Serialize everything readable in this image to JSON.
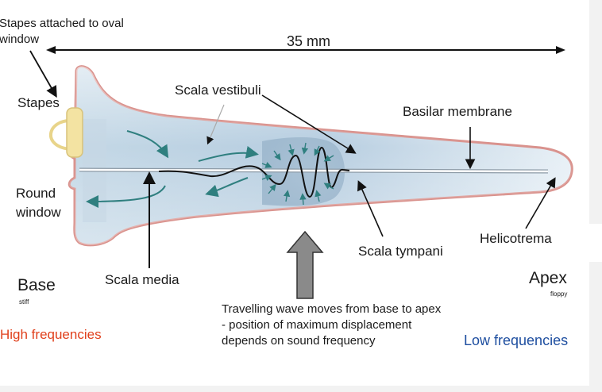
{
  "labels": {
    "stapes_attached": "Stapes attached to oval window",
    "length": "35 mm",
    "stapes": "Stapes",
    "scala_vestibuli": "Scala vestibuli",
    "basilar_membrane": "Basilar membrane",
    "round_window": "Round window",
    "helicotrema": "Helicotrema",
    "scala_tympani": "Scala tympani",
    "scala_media": "Scala media",
    "base": "Base",
    "base_sub": "stiff",
    "apex": "Apex",
    "apex_sub": "floppy",
    "high_freq": "High frequencies",
    "low_freq": "Low frequencies",
    "wave_note": "Travelling wave moves from base to apex - position of maximum displacement depends on sound frequency"
  },
  "colors": {
    "high_freq": "#e0401c",
    "low_freq": "#1f4fa0",
    "cochlea_outline": "#d9928d",
    "fluid": "#b9cfde",
    "flow_arrows": "#2f7f7f",
    "stapes": "#f3e3a2",
    "big_arrow": "#8a8a8a"
  }
}
